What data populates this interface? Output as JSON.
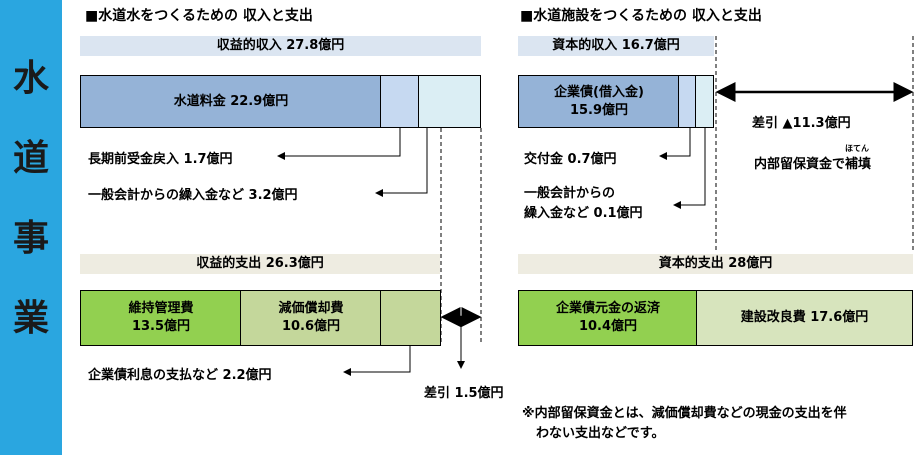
{
  "side": {
    "chars": [
      "水",
      "道",
      "事",
      "業"
    ]
  },
  "left": {
    "title": "■水道水をつくるための 収入と支出",
    "income": {
      "band": "収益的収入 27.8億円",
      "main": "水道料金 22.9億円",
      "note1": "長期前受金戻入 1.7億円",
      "note2": "一般会計からの繰入金など 3.2億円"
    },
    "expense": {
      "band": "収益的支出 26.3億円",
      "box1_line1": "維持管理費",
      "box1_line2": "13.5億円",
      "box2_line1": "減価償却費",
      "box2_line2": "10.6億円",
      "note1": "企業債利息の支払など 2.2億円"
    },
    "diff": "差引 1.5億円"
  },
  "right": {
    "title": "■水道施設をつくるための 収入と支出",
    "income": {
      "band": "資本的収入 16.7億円",
      "main_line1": "企業債(借入金)",
      "main_line2": "15.9億円",
      "note1": "交付金 0.7億円",
      "note2_line1": "一般会計からの",
      "note2_line2": "繰入金など 0.1億円"
    },
    "diff_line1": "差引 ▲11.3億円",
    "diff_line2": "内部留保資金で補填",
    "ruby": "ほてん",
    "expense": {
      "band": "資本的支出 28億円",
      "box1_line1": "企業債元金の返済",
      "box1_line2": "10.4億円",
      "box2": "建設改良費 17.6億円"
    },
    "footnote_line1": "※内部留保資金とは、減価償却費などの現金の支出を伴",
    "footnote_line2": "わない支出などです。"
  },
  "colors": {
    "side": "#2aa6e0",
    "band_income": "#dbe5f1",
    "band_expense": "#eeece1",
    "blue_main": "#95b3d7",
    "blue_light": "#c6d9f1",
    "blue_lighter": "#dbeef4",
    "green_main": "#92d050",
    "green_mid": "#c4d79b",
    "green_light": "#d7e4bd"
  }
}
